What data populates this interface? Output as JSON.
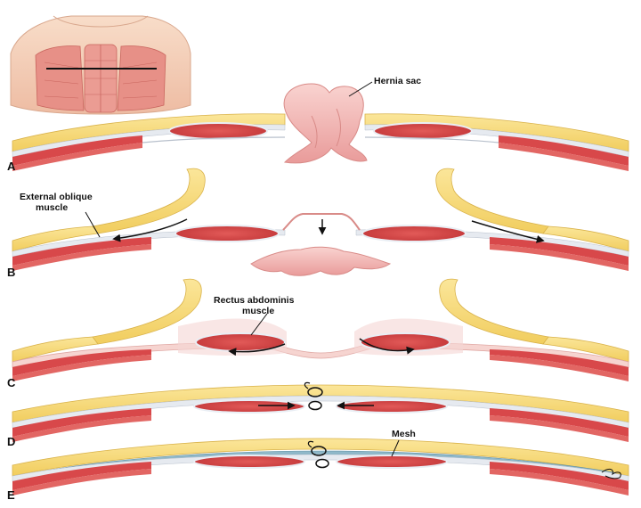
{
  "labels": {
    "hernia_sac": "Hernia sac",
    "external_oblique_line1": "External oblique",
    "external_oblique_line2": "muscle",
    "rectus_line1": "Rectus abdominis",
    "rectus_line2": "muscle",
    "mesh": "Mesh"
  },
  "panels": [
    {
      "letter": "A"
    },
    {
      "letter": "B"
    },
    {
      "letter": "C"
    },
    {
      "letter": "D"
    },
    {
      "letter": "E"
    }
  ],
  "colors": {
    "fat": "#f4d77a",
    "fat_edge": "#d9b24a",
    "muscle": "#d8484a",
    "muscle_light": "#e98a86",
    "fascia": "#dfe4ec",
    "peritoneum": "#f3c6c2",
    "skin": "#f6d2bd",
    "mesh": "#8fb8c9"
  }
}
